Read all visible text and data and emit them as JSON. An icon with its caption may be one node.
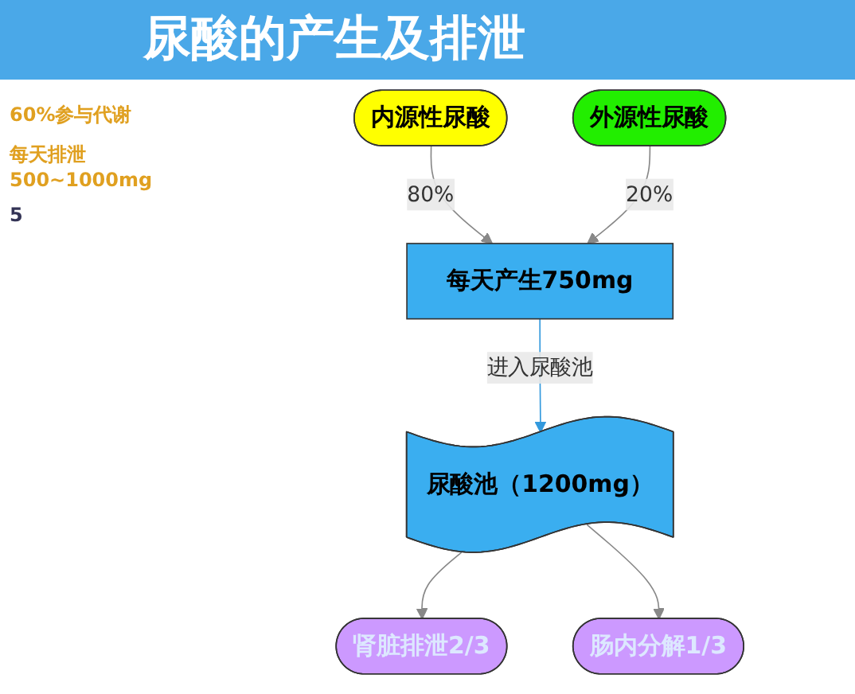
{
  "diagram": {
    "title": "尿酸的产生及排泄",
    "nodes": [
      {
        "text": [
          "内源性尿酸"
        ]
      },
      {
        "text": [
          "外源性尿酸"
        ]
      },
      {
        "text": [
          "每天产生750mg"
        ]
      },
      {
        "text": [
          "尿酸池（1200mg）"
        ]
      },
      {
        "text": [
          "肾脏排泄2/3"
        ]
      },
      {
        "text": [
          "肠内分解1/3"
        ]
      }
    ],
    "edges": [
      {
        "from": 0,
        "to": 2,
        "arrow": "to",
        "label": "80%"
      },
      {
        "from": 1,
        "to": 2,
        "arrow": "to",
        "label": "20%"
      },
      {
        "from": 2,
        "to": 3,
        "arrow": "to",
        "label": "进入尿酸池",
        "color": "#3399dd"
      },
      {
        "from": 3,
        "to": 4,
        "arrow": "to"
      },
      {
        "from": 3,
        "to": 5,
        "arrow": "to"
      }
    ],
    "labels": [
      "60%参与代谢",
      "每天排泄500~1000mg",
      "5"
    ]
  }
}
